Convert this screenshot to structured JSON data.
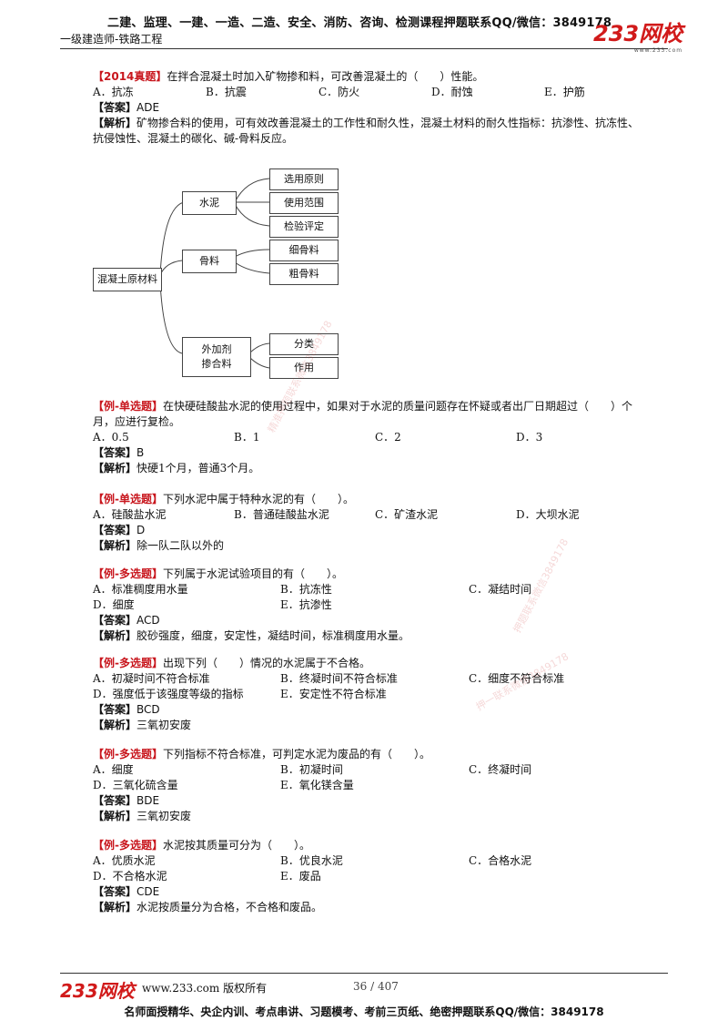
{
  "header": {
    "top_line": "二建、监理、一建、一造、二造、安全、消防、咨询、检测课程押题联系QQ/微信：3849178",
    "subtitle": "一级建造师-铁路工程",
    "logo_text": "233网校",
    "logo_domain": "www.233.com"
  },
  "q1": {
    "tag": "【2014真题】",
    "stem": "在拌合混凝土时加入矿物掺和料，可改善混凝土的（　　）性能。",
    "options": [
      "A．抗冻",
      "B．抗震",
      "C．防火",
      "D．耐蚀",
      "E．护筋"
    ],
    "answer_label": "【答案】",
    "answer": "ADE",
    "analysis_label": "【解析】",
    "analysis": "矿物掺合料的使用，可有效改善混凝土的工作性和耐久性，混凝土材料的耐久性指标：抗渗性、抗冻性、抗侵蚀性、混凝土的碳化、碱-骨料反应。"
  },
  "diagram": {
    "root": "混凝土原材料",
    "branches": [
      {
        "label": "水泥",
        "children": [
          "选用原则",
          "使用范围",
          "检验评定"
        ]
      },
      {
        "label": "骨料",
        "children": [
          "细骨料",
          "粗骨料"
        ]
      },
      {
        "label": "外加剂\n掺合料",
        "children": [
          "分类",
          "作用"
        ]
      }
    ]
  },
  "q2": {
    "tag": "【例-单选题】",
    "stem": "在快硬硅酸盐水泥的使用过程中，如果对于水泥的质量问题存在怀疑或者出厂日期超过（　　）个月，应进行复检。",
    "options": [
      "A．0.5",
      "B．1",
      "C．2",
      "D．3"
    ],
    "answer_label": "【答案】",
    "answer": "B",
    "analysis_label": "【解析】",
    "analysis": "快硬1个月，普通3个月。"
  },
  "q3": {
    "tag": "【例-单选题】",
    "stem": "下列水泥中属于特种水泥的有（　　）。",
    "options": [
      "A．硅酸盐水泥",
      "B．普通硅酸盐水泥",
      "C．矿渣水泥",
      "D．大坝水泥"
    ],
    "answer_label": "【答案】",
    "answer": "D",
    "analysis_label": "【解析】",
    "analysis": "除一队二队以外的"
  },
  "q4": {
    "tag": "【例-多选题】",
    "stem": "下列属于水泥试验项目的有（　　）。",
    "options": [
      "A．标准稠度用水量",
      "B．抗冻性",
      "C．凝结时间",
      "D．细度",
      "E．抗渗性"
    ],
    "answer_label": "【答案】",
    "answer": "ACD",
    "analysis_label": "【解析】",
    "analysis": "胶砂强度，细度，安定性，凝结时间，标准稠度用水量。"
  },
  "q5": {
    "tag": "【例-多选题】",
    "stem": "出现下列（　　）情况的水泥属于不合格。",
    "options": [
      "A．初凝时间不符合标准",
      "B．终凝时间不符合标准",
      "C．细度不符合标准",
      "D．强度低于该强度等级的指标",
      "E．安定性不符合标准"
    ],
    "answer_label": "【答案】",
    "answer": "BCD",
    "analysis_label": "【解析】",
    "analysis": "三氧初安废"
  },
  "q6": {
    "tag": "【例-多选题】",
    "stem": "下列指标不符合标准，可判定水泥为废品的有（　　）。",
    "options": [
      "A．细度",
      "B．初凝时间",
      "C．终凝时间",
      "D．三氧化硫含量",
      "E．氧化镁含量"
    ],
    "answer_label": "【答案】",
    "answer": "BDE",
    "analysis_label": "【解析】",
    "analysis": "三氧初安废"
  },
  "q7": {
    "tag": "【例-多选题】",
    "stem": "水泥按其质量可分为（　　）。",
    "options": [
      "A．优质水泥",
      "B．优良水泥",
      "C．合格水泥",
      "D．不合格水泥",
      "E．废品"
    ],
    "answer_label": "【答案】",
    "answer": "CDE",
    "analysis_label": "【解析】",
    "analysis": "水泥按质量分为合格，不合格和废品。"
  },
  "watermarks": [
    "精准押题联系微信3849178",
    "押题联系微信3849178",
    "押一联系微信3849178"
  ],
  "footer": {
    "logo_text": "233网校",
    "copyright": "www.233.com 版权所有",
    "page": "36 / 407",
    "bottom_line": "名师面授精华、央企内训、考点串讲、习题模考、考前三页纸、绝密押题联系QQ/微信：3849178"
  }
}
